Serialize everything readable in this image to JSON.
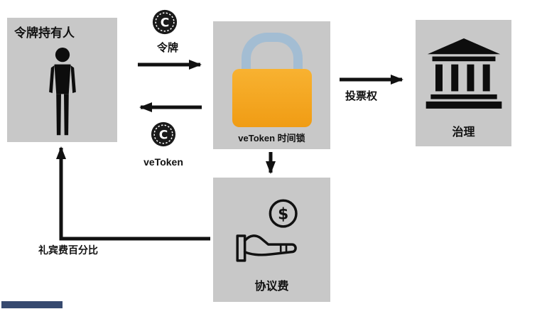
{
  "nodes": {
    "token_holder": {
      "label": "令牌持有人"
    },
    "timelock": {
      "label": "veToken 时间锁"
    },
    "governance": {
      "label": "治理"
    },
    "protocol_fee": {
      "label": "协议费"
    }
  },
  "edges": {
    "token": {
      "label": "令牌"
    },
    "vetoken": {
      "label": "veToken"
    },
    "voting_power": {
      "label": "投票权"
    },
    "fee_share": {
      "label": "礼宾费百分比"
    }
  },
  "icons": {
    "coin_symbol": "C",
    "dollar_symbol": "$"
  },
  "colors": {
    "node_bg": "#c8c8c8",
    "lock_body": "#f5a623",
    "lock_shackle": "#a3bdd3",
    "arrow": "#111111"
  }
}
